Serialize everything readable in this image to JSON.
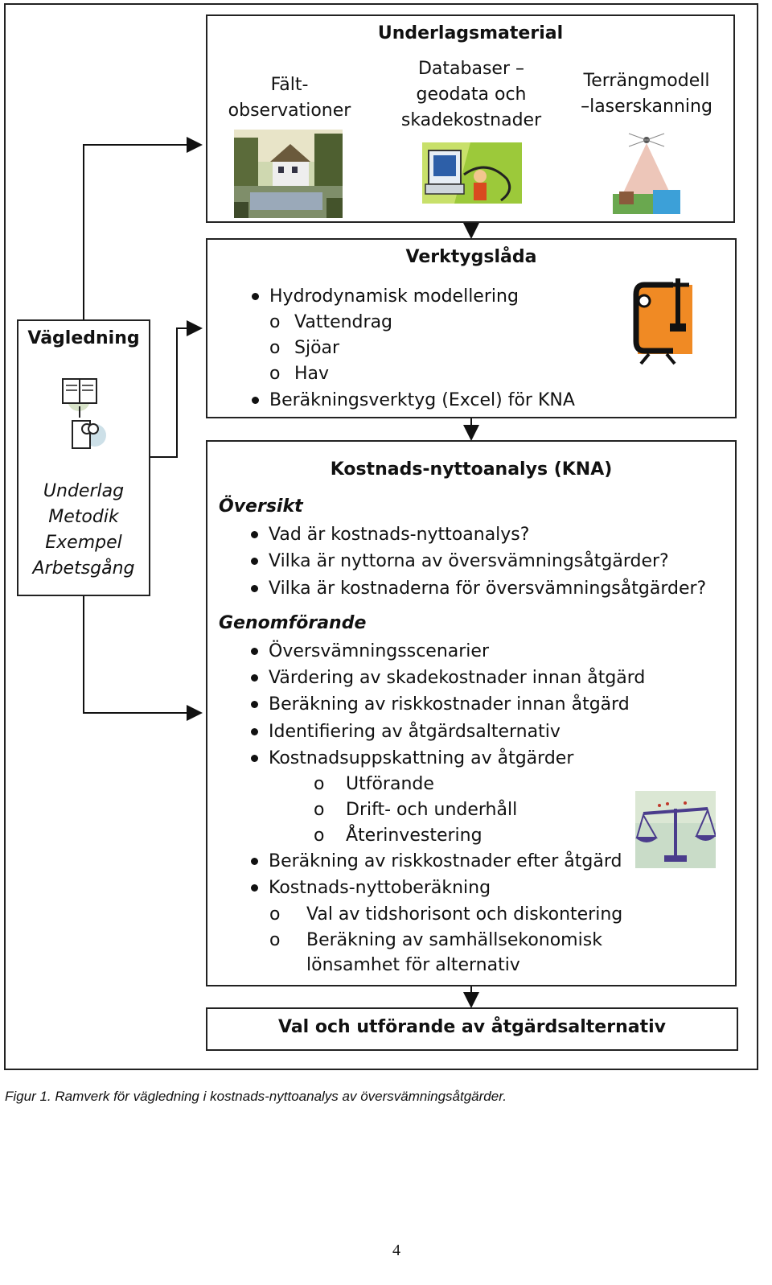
{
  "underlag": {
    "title": "Underlagsmaterial",
    "col1": [
      "Fält-",
      "observationer"
    ],
    "col2": [
      "Databaser –",
      "geodata och",
      "skadekostnader"
    ],
    "col3": [
      "Terrängmodell",
      "–laserskanning"
    ]
  },
  "vagledning": {
    "title": "Vägledning",
    "items": [
      "Underlag",
      "Metodik",
      "Exempel",
      "Arbetsgång"
    ]
  },
  "verktyg": {
    "title": "Verktygslåda",
    "b1": "Hydrodynamisk modellering",
    "s1": "Vattendrag",
    "s2": "Sjöar",
    "s3": "Hav",
    "b2": "Beräkningsverktyg (Excel) för KNA",
    "sub_marker": "o"
  },
  "kna": {
    "title": "Kostnads-nyttoanalys (KNA)",
    "oversikt": "Översikt",
    "o1": "Vad är kostnads-nyttoanalys?",
    "o2": "Vilka är nyttorna av översvämningsåtgärder?",
    "o3": "Vilka är kostnaderna för översvämningsåtgärder?",
    "genomforande": "Genomförande",
    "g1": "Översvämningsscenarier",
    "g2": "Värdering av skadekostnader innan åtgärd",
    "g3": "Beräkning av riskkostnader innan åtgärd",
    "g4": "Identifiering av åtgärdsalternativ",
    "g5": "Kostnadsuppskattning av åtgärder",
    "g5a": "Utförande",
    "g5b": "Drift- och underhåll",
    "g5c": "Återinvestering",
    "g6": "Beräkning av riskkostnader efter åtgärd",
    "g7": "Kostnads-nyttoberäkning",
    "g7a": "Val av tidshorisont och diskontering",
    "g7b1": "Beräkning av samhällsekonomisk",
    "g7b2": "lönsamhet för alternativ",
    "sub_marker": "o"
  },
  "final": {
    "title": "Val och utförande av åtgärdsalternativ"
  },
  "caption": "Figur 1. Ramverk för vägledning i kostnads-nyttoanalys av översvämningsåtgärder.",
  "page_number": "4"
}
